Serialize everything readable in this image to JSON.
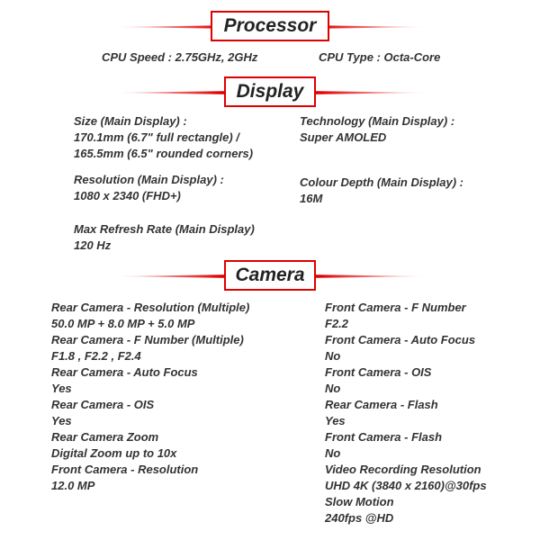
{
  "processor": {
    "title": "Processor",
    "cpu_speed": "CPU Speed : 2.75GHz, 2GHz",
    "cpu_type": "CPU Type : Octa-Core"
  },
  "display": {
    "title": "Display",
    "size_label": "Size (Main Display) :",
    "size_value_1": "170.1mm (6.7\" full rectangle) /",
    "size_value_2": "165.5mm (6.5\" rounded corners)",
    "technology_label": "Technology (Main Display) :",
    "technology_value": "Super AMOLED",
    "resolution_label": "Resolution (Main Display) :",
    "resolution_value": "1080 x 2340 (FHD+)",
    "colour_depth_label": "Colour Depth (Main Display) :",
    "colour_depth_value": "16M",
    "refresh_label": "Max Refresh Rate (Main Display)",
    "refresh_value": "120 Hz"
  },
  "camera": {
    "title": "Camera",
    "left": [
      {
        "label": "Rear Camera - Resolution (Multiple)",
        "value": "50.0 MP + 8.0 MP + 5.0 MP"
      },
      {
        "label": "Rear Camera - F Number (Multiple)",
        "value": "F1.8 , F2.2 , F2.4"
      },
      {
        "label": "Rear Camera - Auto Focus",
        "value": "Yes"
      },
      {
        "label": "Rear Camera - OIS",
        "value": "Yes"
      },
      {
        "label": "Rear Camera Zoom",
        "value": "Digital Zoom up to 10x"
      },
      {
        "label": "Front Camera - Resolution",
        "value": "12.0 MP"
      }
    ],
    "right": [
      {
        "label": "Front Camera - F Number",
        "value": "F2.2"
      },
      {
        "label": "Front Camera - Auto Focus",
        "value": "No"
      },
      {
        "label": "Front Camera - OIS",
        "value": "No"
      },
      {
        "label": "Rear Camera - Flash",
        "value": "Yes"
      },
      {
        "label": "Front Camera - Flash",
        "value": "No"
      },
      {
        "label": "Video Recording Resolution",
        "value": "UHD 4K (3840 x 2160)@30fps"
      },
      {
        "label": "Slow Motion",
        "value": "240fps @HD"
      }
    ]
  },
  "colors": {
    "accent": "#e00000",
    "text": "#333333"
  }
}
